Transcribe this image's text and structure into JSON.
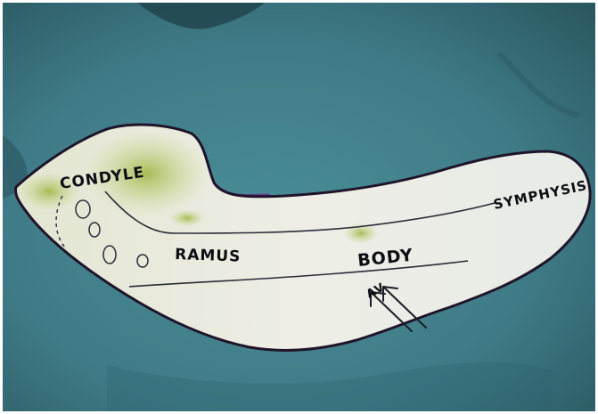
{
  "labels": {
    "condyle": "CONDYLE",
    "ramus": "RAMUS",
    "body": "BODY",
    "symphysis": "SYMPHYSIS",
    "av": "AV"
  },
  "colors": {
    "drape": "#3f7b86",
    "drape_dark": "#1f3f48",
    "template": "#ecebe3",
    "outline": "#20142a",
    "stain_green": "#a9bf4e",
    "stain_purple": "#6a2a88",
    "ink": "#0d0d14"
  }
}
